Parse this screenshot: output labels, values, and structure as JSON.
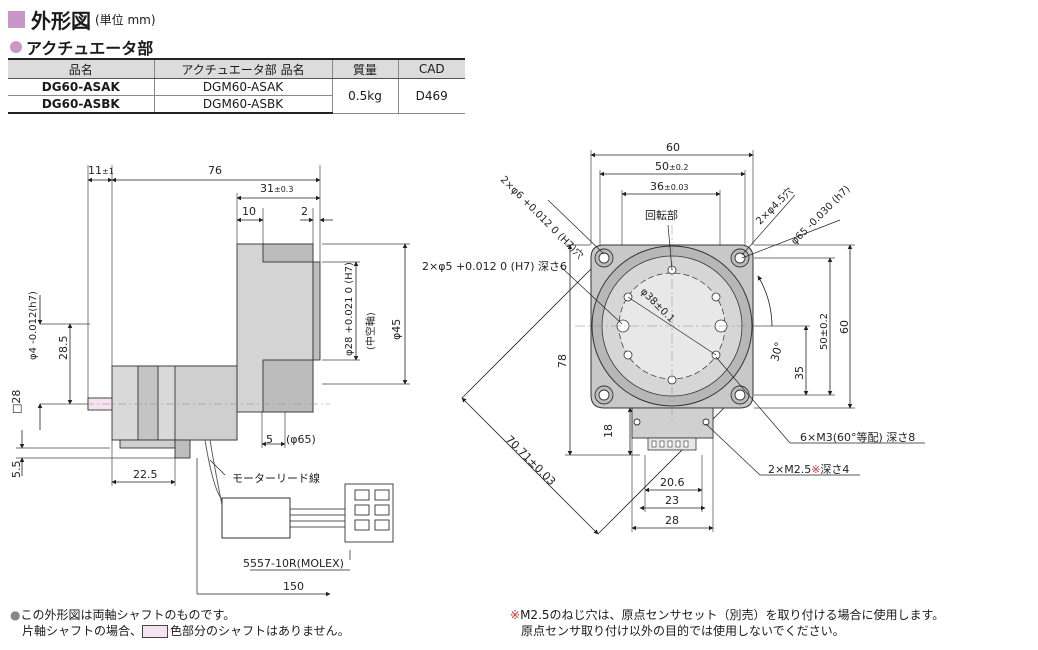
{
  "header": {
    "title": "外形図",
    "unit": "(単位 mm)"
  },
  "section": {
    "title": "アクチュエータ部"
  },
  "spec_table": {
    "headers": [
      "品名",
      "アクチュエータ部 品名",
      "質量",
      "CAD"
    ],
    "rows": [
      {
        "model": "DG60-ASAK",
        "actuator": "DGM60-ASAK"
      },
      {
        "model": "DG60-ASBK",
        "actuator": "DGM60-ASBK"
      }
    ],
    "mass": "0.5kg",
    "cad": "D469"
  },
  "dims_side": {
    "d11": "11",
    "d11_tol": "±1",
    "d76": "76",
    "d31": "31",
    "d31_tol": "±0.3",
    "d10": "10",
    "d2": "2",
    "phi4": "φ4 -0.012(h7)",
    "d28_5": "28.5",
    "sq28": "□28",
    "d5_5": "5.5",
    "d22_5": "22.5",
    "phi28": "φ28 +0.021 0 (H7)",
    "hollow": "(中空軸)",
    "phi45": "φ45",
    "d5": "5",
    "phi65p": "(φ65)",
    "lead": "モーターリード線",
    "connector": "5557-10R(MOLEX)",
    "d150": "150"
  },
  "dims_front": {
    "d60top": "60",
    "d50": "50",
    "d50_tol": "±0.2",
    "d36": "36",
    "d36_tol": "±0.03",
    "hole_h7": "2×φ6 +0.012 0 (H7)穴",
    "hole45": "2×φ4.5穴",
    "phi65h7": "φ65 -0.030 (h7)",
    "rotating": "回転部",
    "phi5": "2×φ5 +0.012 0 (H7) 深さ6",
    "phi38": "φ38±0.1",
    "d50r": "50±0.2",
    "d60r": "60",
    "d78": "78",
    "angle": "30°",
    "d35": "35",
    "d18": "18",
    "diag": "70.71±0.03",
    "m3": "6×M3(60°等配) 深さ8",
    "m25": "2×M2.5",
    "m25_mark": "※",
    "m25_depth": "深さ4",
    "d20_6": "20.6",
    "d23": "23",
    "d28": "28"
  },
  "notes": {
    "left1": "この外形図は両軸シャフトのものです。",
    "left2a": "片軸シャフトの場合、",
    "left2b": "色部分のシャフトはありません。",
    "right_mark": "※",
    "right1": "M2.5のねじ穴は、原点センサセット（別売）を取り付ける場合に使用します。",
    "right2": "原点センサ取り付け以外の目的では使用しないでください。"
  },
  "colors": {
    "accent": "#c896c8",
    "body_gray": "#d4d4d4",
    "dark_gray": "#9a9a9a",
    "shaft_pink": "#f6e3f1",
    "leader_red": "#cc3333"
  }
}
